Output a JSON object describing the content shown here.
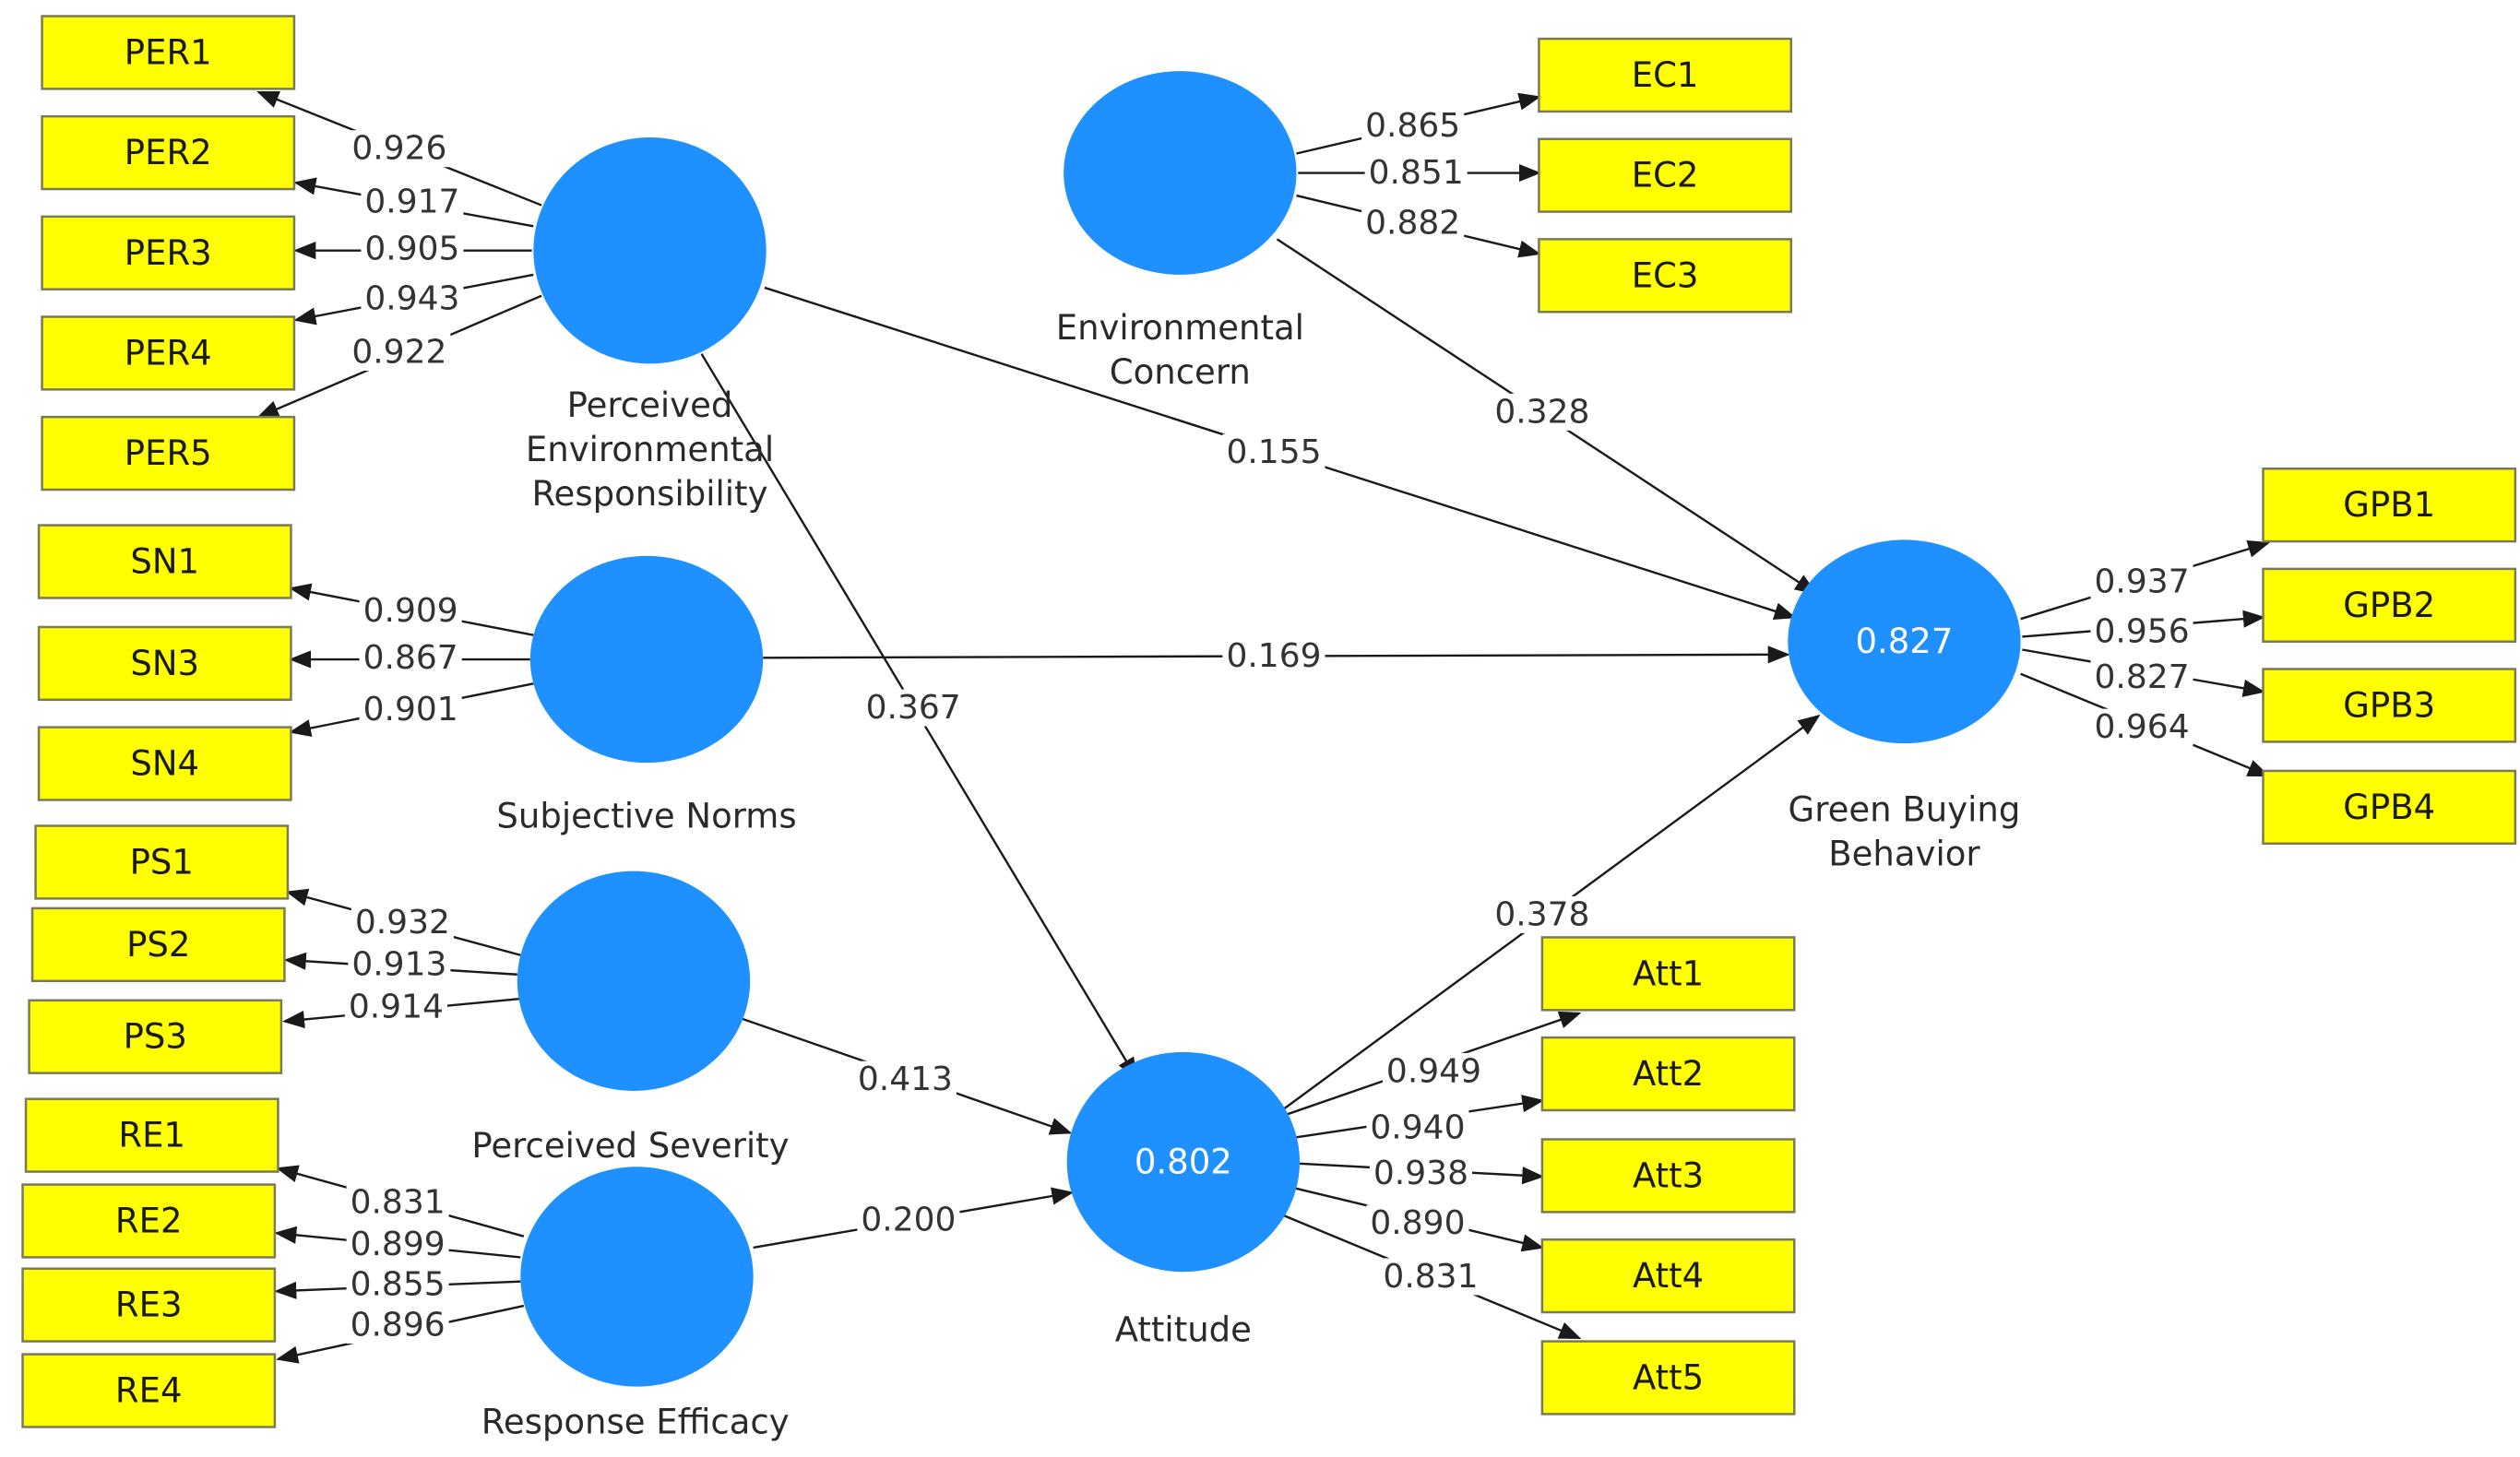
{
  "diagram": {
    "constructs": [
      {
        "id": "per",
        "label_lines": [
          "Perceived",
          "Environmental",
          "Responsibility"
        ],
        "r2": ""
      },
      {
        "id": "sn",
        "label_lines": [
          "Subjective Norms"
        ],
        "r2": ""
      },
      {
        "id": "ps",
        "label_lines": [
          "Perceived Severity"
        ],
        "r2": ""
      },
      {
        "id": "re",
        "label_lines": [
          "Response Efficacy"
        ],
        "r2": ""
      },
      {
        "id": "ec",
        "label_lines": [
          "Environmental",
          "Concern"
        ],
        "r2": ""
      },
      {
        "id": "att",
        "label_lines": [
          "Attitude"
        ],
        "r2": "0.802"
      },
      {
        "id": "gbb",
        "label_lines": [
          "Green Buying",
          "Behavior"
        ],
        "r2": "0.827"
      }
    ],
    "indicators": [
      {
        "id": "PER1",
        "label": "PER1"
      },
      {
        "id": "PER2",
        "label": "PER2"
      },
      {
        "id": "PER3",
        "label": "PER3"
      },
      {
        "id": "PER4",
        "label": "PER4"
      },
      {
        "id": "PER5",
        "label": "PER5"
      },
      {
        "id": "SN1",
        "label": "SN1"
      },
      {
        "id": "SN3",
        "label": "SN3"
      },
      {
        "id": "SN4",
        "label": "SN4"
      },
      {
        "id": "PS1",
        "label": "PS1"
      },
      {
        "id": "PS2",
        "label": "PS2"
      },
      {
        "id": "PS3",
        "label": "PS3"
      },
      {
        "id": "RE1",
        "label": "RE1"
      },
      {
        "id": "RE2",
        "label": "RE2"
      },
      {
        "id": "RE3",
        "label": "RE3"
      },
      {
        "id": "RE4",
        "label": "RE4"
      },
      {
        "id": "EC1",
        "label": "EC1"
      },
      {
        "id": "EC2",
        "label": "EC2"
      },
      {
        "id": "EC3",
        "label": "EC3"
      },
      {
        "id": "Att1",
        "label": "Att1"
      },
      {
        "id": "Att2",
        "label": "Att2"
      },
      {
        "id": "Att3",
        "label": "Att3"
      },
      {
        "id": "Att4",
        "label": "Att4"
      },
      {
        "id": "Att5",
        "label": "Att5"
      },
      {
        "id": "GPB1",
        "label": "GPB1"
      },
      {
        "id": "GPB2",
        "label": "GPB2"
      },
      {
        "id": "GPB3",
        "label": "GPB3"
      },
      {
        "id": "GPB4",
        "label": "GPB4"
      }
    ],
    "loadings": [
      {
        "from": "per",
        "to": "PER1",
        "value": "0.926"
      },
      {
        "from": "per",
        "to": "PER2",
        "value": "0.917"
      },
      {
        "from": "per",
        "to": "PER3",
        "value": "0.905"
      },
      {
        "from": "per",
        "to": "PER4",
        "value": "0.943"
      },
      {
        "from": "per",
        "to": "PER5",
        "value": "0.922"
      },
      {
        "from": "sn",
        "to": "SN1",
        "value": "0.909"
      },
      {
        "from": "sn",
        "to": "SN3",
        "value": "0.867"
      },
      {
        "from": "sn",
        "to": "SN4",
        "value": "0.901"
      },
      {
        "from": "ps",
        "to": "PS1",
        "value": "0.932"
      },
      {
        "from": "ps",
        "to": "PS2",
        "value": "0.913"
      },
      {
        "from": "ps",
        "to": "PS3",
        "value": "0.914"
      },
      {
        "from": "re",
        "to": "RE1",
        "value": "0.831"
      },
      {
        "from": "re",
        "to": "RE2",
        "value": "0.899"
      },
      {
        "from": "re",
        "to": "RE3",
        "value": "0.855"
      },
      {
        "from": "re",
        "to": "RE4",
        "value": "0.896"
      },
      {
        "from": "ec",
        "to": "EC1",
        "value": "0.865"
      },
      {
        "from": "ec",
        "to": "EC2",
        "value": "0.851"
      },
      {
        "from": "ec",
        "to": "EC3",
        "value": "0.882"
      },
      {
        "from": "att",
        "to": "Att1",
        "value": "0.949"
      },
      {
        "from": "att",
        "to": "Att2",
        "value": "0.940"
      },
      {
        "from": "att",
        "to": "Att3",
        "value": "0.938"
      },
      {
        "from": "att",
        "to": "Att4",
        "value": "0.890"
      },
      {
        "from": "att",
        "to": "Att5",
        "value": "0.831"
      },
      {
        "from": "gbb",
        "to": "GPB1",
        "value": "0.937"
      },
      {
        "from": "gbb",
        "to": "GPB2",
        "value": "0.956"
      },
      {
        "from": "gbb",
        "to": "GPB3",
        "value": "0.827"
      },
      {
        "from": "gbb",
        "to": "GPB4",
        "value": "0.964"
      }
    ],
    "paths": [
      {
        "from": "per",
        "to": "gbb",
        "value": "0.155"
      },
      {
        "from": "per",
        "to": "att",
        "value": "0.367"
      },
      {
        "from": "sn",
        "to": "gbb",
        "value": "0.169"
      },
      {
        "from": "ec",
        "to": "gbb",
        "value": "0.328"
      },
      {
        "from": "ps",
        "to": "att",
        "value": "0.413"
      },
      {
        "from": "re",
        "to": "att",
        "value": "0.200"
      },
      {
        "from": "att",
        "to": "gbb",
        "value": "0.378"
      }
    ],
    "colors": {
      "construct_fill": "#1e90ff",
      "indicator_fill": "#ffff00",
      "line": "#1a1a1a"
    }
  }
}
